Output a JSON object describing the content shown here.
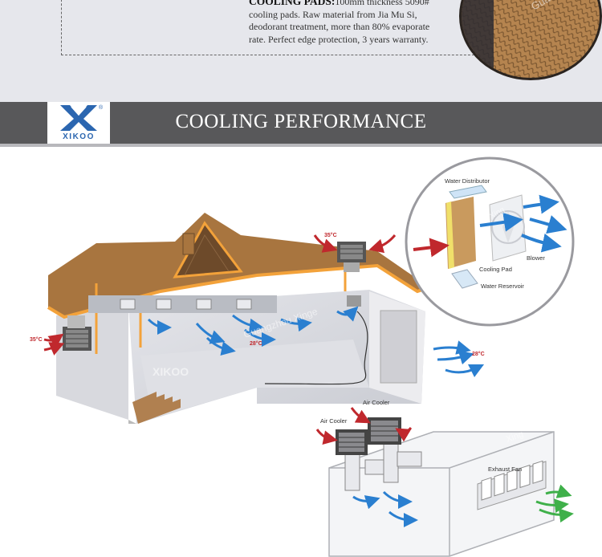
{
  "product_intro": {
    "heading": "COOLING PADS:",
    "lines": [
      "100mm thickness 5090#",
      "cooling pads. Raw material from Jia Mu Si,",
      "deodorant treatment, more than 80% evaporate",
      "rate. Perfect edge protection, 3 years warranty."
    ]
  },
  "brand": {
    "logo_text": "XIKOO",
    "registered_mark": "®"
  },
  "section": {
    "title": "COOLING PERFORMANCE"
  },
  "diagram": {
    "detail_labels": {
      "water_distributor": "Water Distributor",
      "blower": "Blower",
      "cooling_pad": "Cooling Pad",
      "water_reservoir": "Water Reservoir"
    },
    "house_temps": {
      "outside_left": "35°C",
      "outside_roof": "35°C",
      "inside": "28°C",
      "exhaust": "28°C"
    },
    "bottom_labels": {
      "air_cooler_1": "Air Cooler",
      "air_cooler_2": "Air Cooler",
      "exhaust_fan": "Exhaust Fan"
    },
    "watermarks": {
      "logo": "XIKOO",
      "text": "Guangzhou Xinge",
      "text_short": "Xing"
    }
  },
  "colors": {
    "header_bg": "#58585a",
    "brand_blue": "#2b66b0",
    "hot_arrow": "#c0282d",
    "cool_arrow": "#2a7fd0",
    "exhaust_arrow": "#3fb04a",
    "roof": "#a8753f",
    "roof_trim": "#f3a23a"
  }
}
